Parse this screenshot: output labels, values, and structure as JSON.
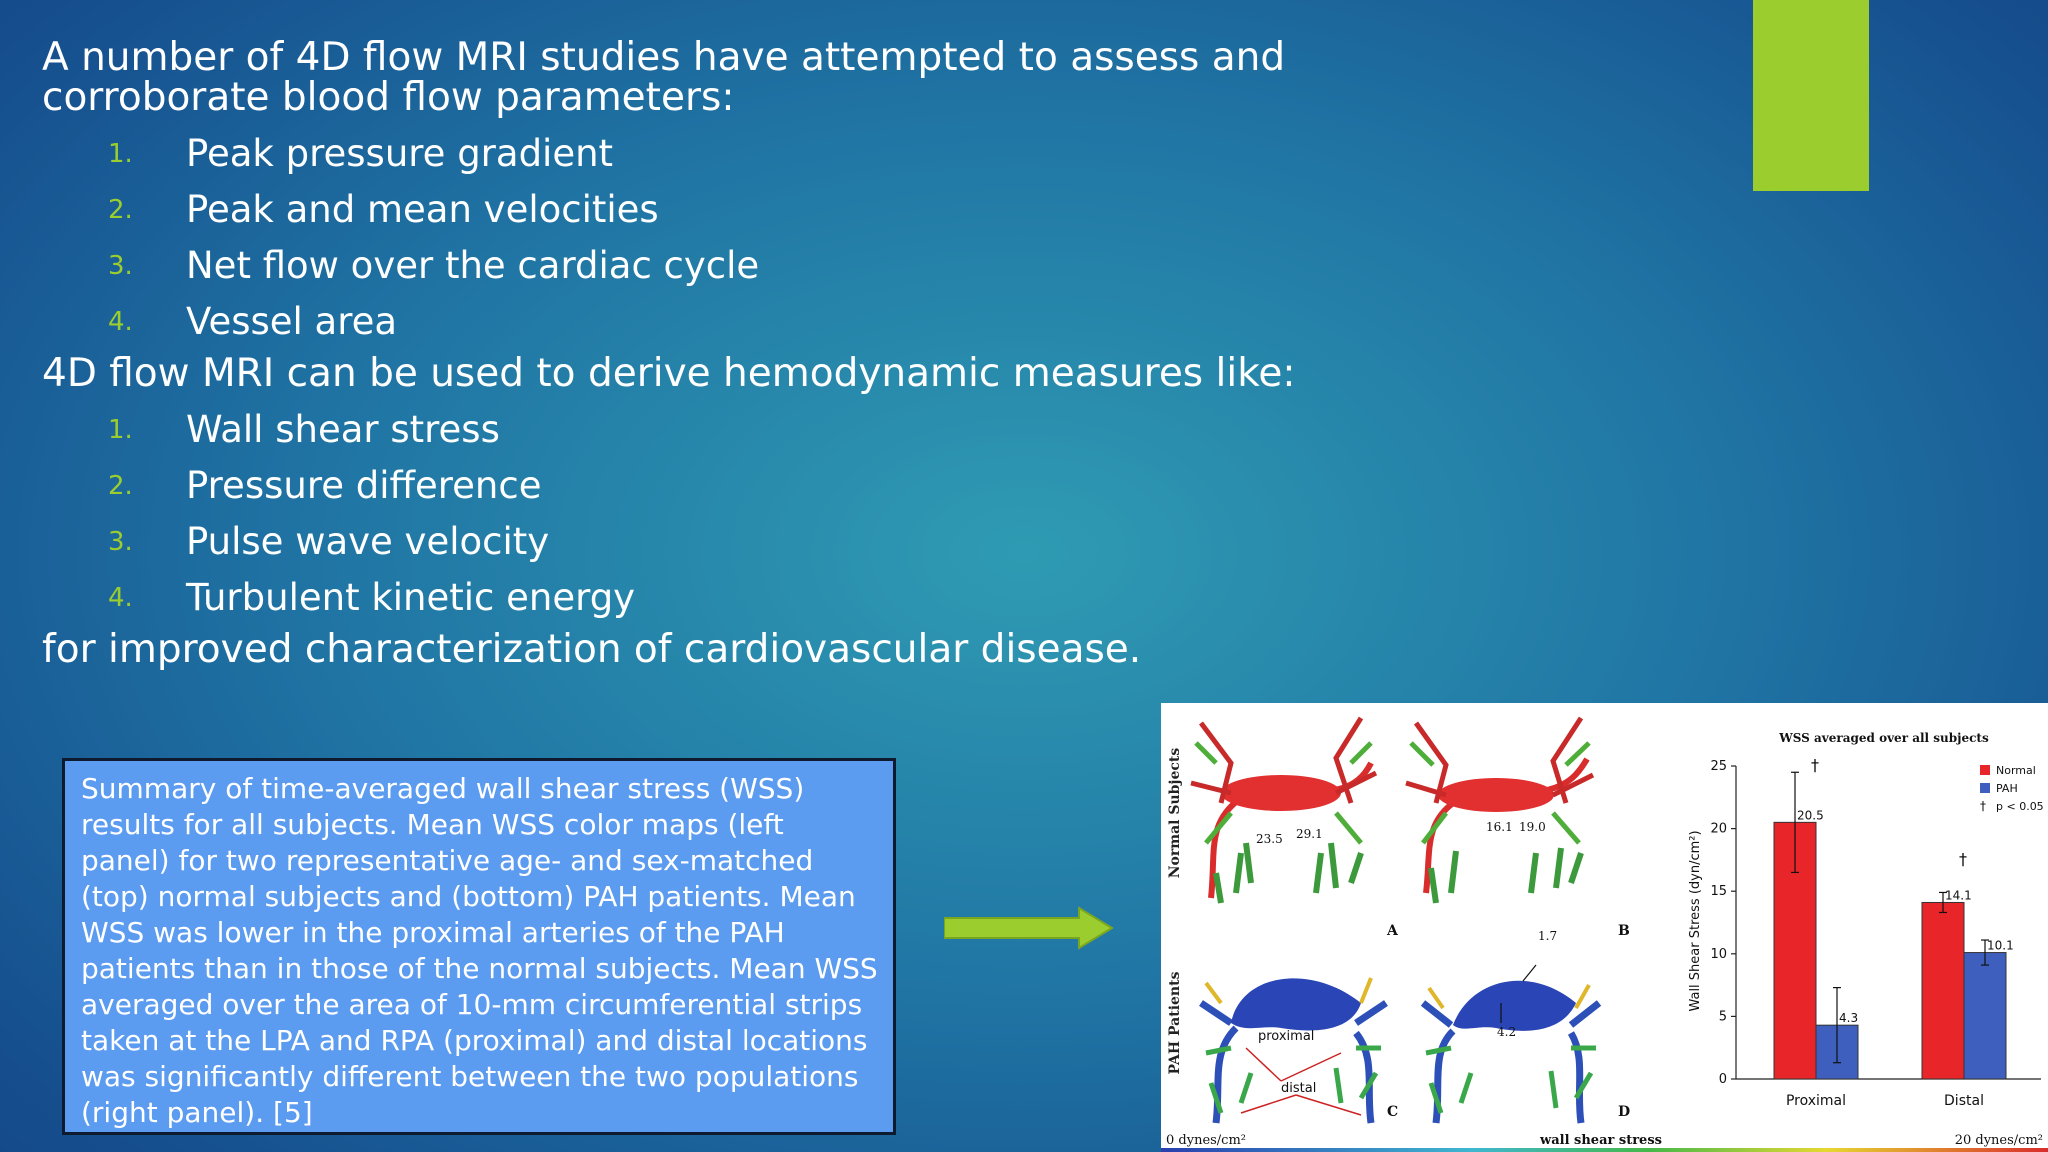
{
  "intro": "A number of 4D flow MRI studies have attempted to assess and corroborate blood flow parameters:",
  "list1": [
    {
      "num": "1.",
      "text": "Peak pressure gradient"
    },
    {
      "num": "2.",
      "text": "Peak and mean velocities"
    },
    {
      "num": "3.",
      "text": "Net flow over the cardiac cycle"
    },
    {
      "num": "4.",
      "text": "Vessel area"
    }
  ],
  "middle": "4D flow MRI can be used to derive hemodynamic measures like:",
  "list2": [
    {
      "num": "1.",
      "text": "Wall shear stress"
    },
    {
      "num": "2.",
      "text": "Pressure difference"
    },
    {
      "num": "3.",
      "text": "Pulse wave velocity"
    },
    {
      "num": "4.",
      "text": "Turbulent kinetic energy"
    }
  ],
  "closing": "for improved characterization of cardiovascular disease.",
  "caption": "Summary of time-averaged wall shear stress (WSS) results for all subjects. Mean WSS color maps (left panel) for two representative age- and sex-matched (top) normal subjects and (bottom) PAH patients. Mean WSS was lower in the proximal arteries of the PAH patients than in those of the normal subjects. Mean WSS averaged over the area of 10-mm circumferential strips taken at the LPA and RPA (proximal) and distal locations was significantly different between the two populations (right panel). [5]",
  "colors": {
    "accent": "#9ccd2f",
    "caption_bg": "#5b9bf0",
    "normal": "#e8262a",
    "pah": "#3f5fbf"
  },
  "figure": {
    "row_labels": [
      "Normal Subjects",
      "PAH Patients"
    ],
    "panel_letters": [
      "A",
      "B",
      "C",
      "D"
    ],
    "panel_values": {
      "A": [
        "23.5",
        "29.1"
      ],
      "B": [
        "16.1",
        "19.0"
      ],
      "C": [
        "proximal",
        "distal"
      ],
      "D": [
        "1.7",
        "4.2"
      ]
    },
    "colorbar": {
      "min_label": "0 dynes/cm²",
      "center_label": "wall shear stress",
      "max_label": "20 dynes/cm²"
    }
  },
  "chart_data": {
    "type": "bar",
    "title": "WSS averaged over all subjects",
    "ylabel": "Wall Shear Stress (dyn/cm²)",
    "xlabel": "",
    "categories": [
      "Proximal",
      "Distal"
    ],
    "ylim": [
      0,
      25
    ],
    "yticks": [
      "0",
      "5",
      "10",
      "15",
      "20",
      "25"
    ],
    "series": [
      {
        "name": "Normal",
        "values": [
          20.5,
          14.1
        ],
        "error": [
          4.0,
          0.8
        ],
        "color": "#e8262a"
      },
      {
        "name": "PAH",
        "values": [
          4.3,
          10.1
        ],
        "error": [
          3.0,
          1.0
        ],
        "color": "#3f5fbf"
      }
    ],
    "data_labels": [
      [
        "20.5",
        "14.1"
      ],
      [
        "4.3",
        "10.1"
      ]
    ],
    "significance_marker": "†",
    "legend_note": "p < 0.05",
    "legend_position": "top-right"
  }
}
